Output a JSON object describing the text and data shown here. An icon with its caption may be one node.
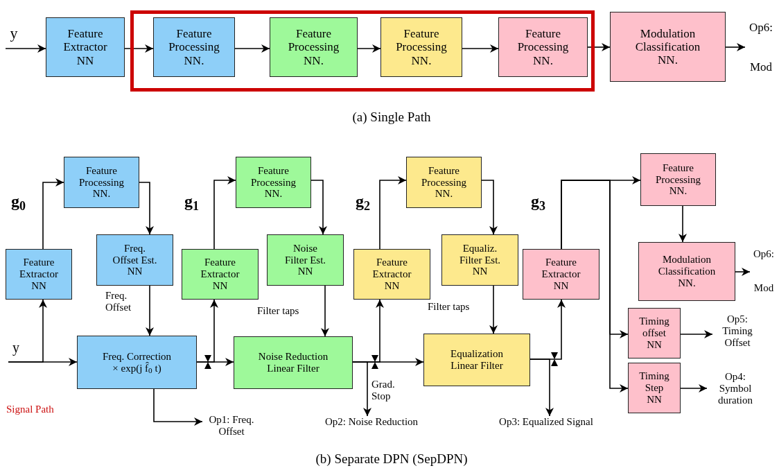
{
  "diagram": {
    "nodes": [
      {
        "text": [
          "y"
        ]
      },
      {
        "text": [
          "Feature Extractor NN"
        ]
      },
      {
        "text": [],
        "shape": "box"
      },
      {
        "text": [
          "Feature Processing NN."
        ],
        "in": 2
      },
      {
        "text": [
          "Feature Processing NN."
        ],
        "in": 2
      },
      {
        "text": [
          "Feature Processing NN."
        ],
        "in": 2
      },
      {
        "text": [
          "Feature Processing NN."
        ],
        "in": 2
      },
      {
        "text": [
          "Modulation Classification NN."
        ]
      },
      {
        "text": [
          "Op6:",
          "Mod"
        ]
      },
      {
        "text": [
          "y"
        ]
      },
      {
        "text": [
          "Feature Extractor NN"
        ]
      },
      {
        "text": [
          "Feature Processing NN."
        ]
      },
      {
        "text": [
          "Freq. Offset Est. NN"
        ]
      },
      {
        "text": [
          "Freq. Correction",
          "× exp(j f̂$_{0}$ t)"
        ]
      },
      {
        "text": [
          "Op1: Freq. Offset"
        ]
      },
      {
        "text": [
          "Feature Extractor NN"
        ]
      },
      {
        "text": [
          "Feature Processing NN."
        ]
      },
      {
        "text": [
          "Noise Filter Est. NN"
        ]
      },
      {
        "text": [
          "Noise Reduction Linear Filter"
        ]
      },
      {
        "text": [
          "Op2: Noise Reduction"
        ]
      },
      {
        "text": [
          "Feature Extractor NN"
        ]
      },
      {
        "text": [
          "Feature Processing NN."
        ]
      },
      {
        "text": [
          "Equaliz. Filter Est. NN"
        ]
      },
      {
        "text": [
          "Equalization Linear Filter"
        ]
      },
      {
        "text": [
          "Op3: Equalized Signal"
        ]
      },
      {
        "text": [
          "Feature Extractor NN"
        ]
      },
      {
        "text": [
          "Feature Processing NN."
        ]
      },
      {
        "text": [
          "Modulation Classification NN."
        ]
      },
      {
        "text": [
          "Op6:",
          "Mod"
        ]
      },
      {
        "text": [
          "Timing offset NN"
        ]
      },
      {
        "text": [
          "Op5: Timing Offset"
        ]
      },
      {
        "text": [
          "Timing Step NN"
        ]
      },
      {
        "text": [
          "Op4: Symbol duration"
        ]
      }
    ],
    "edges": [
      {
        "from": 0,
        "to": 1,
        "arrow": "to"
      },
      {
        "from": 1,
        "to": 3,
        "arrow": "to"
      },
      {
        "from": 3,
        "to": 4,
        "arrow": "to"
      },
      {
        "from": 4,
        "to": 5,
        "arrow": "to"
      },
      {
        "from": 5,
        "to": 6,
        "arrow": "to"
      },
      {
        "from": 6,
        "to": 7,
        "arrow": "to"
      },
      {
        "from": 7,
        "to": 8,
        "arrow": "to"
      },
      {
        "from": 9,
        "to": 13,
        "arrow": "to"
      },
      {
        "from": 9,
        "to": 10,
        "arrow": "to"
      },
      {
        "from": 10,
        "to": 11,
        "arrow": "to"
      },
      {
        "from": 11,
        "to": 12,
        "arrow": "to"
      },
      {
        "from": 12,
        "to": 13,
        "arrow": "to",
        "label": "Freq. Offset"
      },
      {
        "from": 13,
        "to": 14,
        "arrow": "to"
      },
      {
        "from": 13,
        "to": 18,
        "arrow": "to"
      },
      {
        "from": 13,
        "to": 15,
        "arrow": "to"
      },
      {
        "from": 15,
        "to": 16,
        "arrow": "to"
      },
      {
        "from": 16,
        "to": 17,
        "arrow": "to"
      },
      {
        "from": 17,
        "to": 18,
        "arrow": "to",
        "label": "Filter taps"
      },
      {
        "from": 18,
        "to": 19,
        "arrow": "to"
      },
      {
        "from": 18,
        "to": 23,
        "arrow": "to"
      },
      {
        "from": 18,
        "to": 20,
        "arrow": "to"
      },
      {
        "from": 20,
        "to": 21,
        "arrow": "to"
      },
      {
        "from": 21,
        "to": 22,
        "arrow": "to"
      },
      {
        "from": 22,
        "to": 23,
        "arrow": "to",
        "label": "Filter taps"
      },
      {
        "from": 23,
        "to": 24,
        "arrow": "to"
      },
      {
        "from": 23,
        "to": 25,
        "arrow": "to"
      },
      {
        "from": 25,
        "to": 26,
        "arrow": "to"
      },
      {
        "from": 26,
        "to": 27,
        "arrow": "to"
      },
      {
        "from": 27,
        "to": 28,
        "arrow": "to"
      },
      {
        "from": 25,
        "to": 29,
        "arrow": "to"
      },
      {
        "from": 25,
        "to": 31,
        "arrow": "to"
      },
      {
        "from": 29,
        "to": 30,
        "arrow": "to"
      },
      {
        "from": 31,
        "to": 32,
        "arrow": "to"
      }
    ],
    "labels": [
      "(a) Single Path",
      "g$_{0}$",
      "g$_{1}$",
      "g$_{2}$",
      "g$_{3}$",
      "Grad. Stop",
      "Signal Path",
      "(b) Separate DPN (SepDPN)"
    ]
  }
}
